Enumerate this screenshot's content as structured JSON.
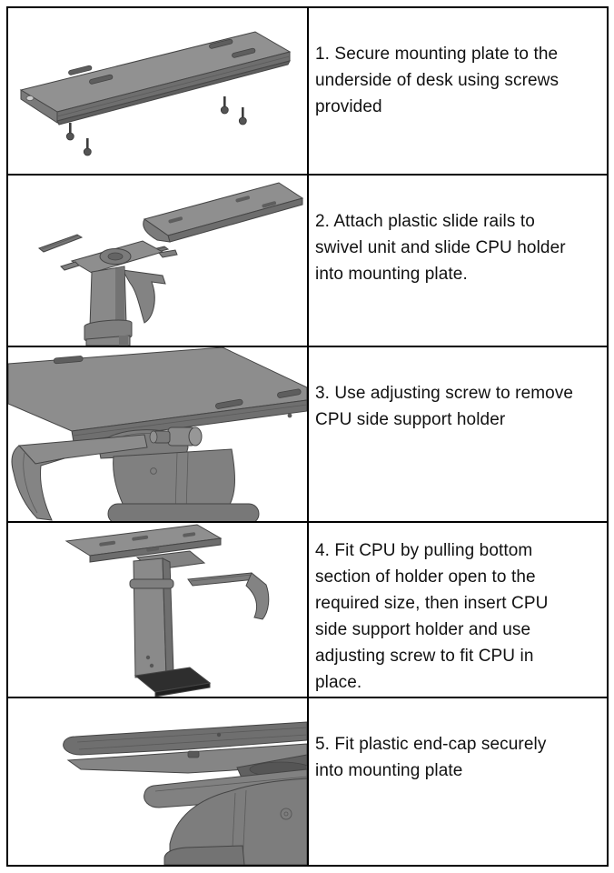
{
  "document": {
    "title_visible": "",
    "border_color": "#000000",
    "part_gray": "#8c8c8c",
    "part_gray_dark": "#6e6e6e",
    "foot_black": "#2e2e2e"
  },
  "steps": [
    {
      "number": "1",
      "text": "1. Secure mounting plate to the\nunderside of desk using screws\nprovided",
      "figure": "mounting-plate-with-four-screws"
    },
    {
      "number": "2",
      "text": "2. Attach plastic slide rails to\nswivel unit and slide CPU holder\ninto mounting plate.",
      "figure": "slide-rails-swivel-unit-and-plate-exploded"
    },
    {
      "number": "3",
      "text": "3. Use adjusting screw to remove\nCPU side support holder",
      "figure": "adjusting-screw-and-side-support-closeup"
    },
    {
      "number": "4",
      "text": "4. Fit CPU by pulling bottom\nsection of holder open to the\nrequired size, then insert CPU\nside support holder and use\nadjusting screw to fit CPU in\nplace.",
      "figure": "cpu-holder-assembly-with-side-support"
    },
    {
      "number": "5",
      "text": "5. Fit plastic end-cap securely\ninto mounting plate",
      "figure": "end-cap-and-mounting-plate-closeup"
    }
  ]
}
